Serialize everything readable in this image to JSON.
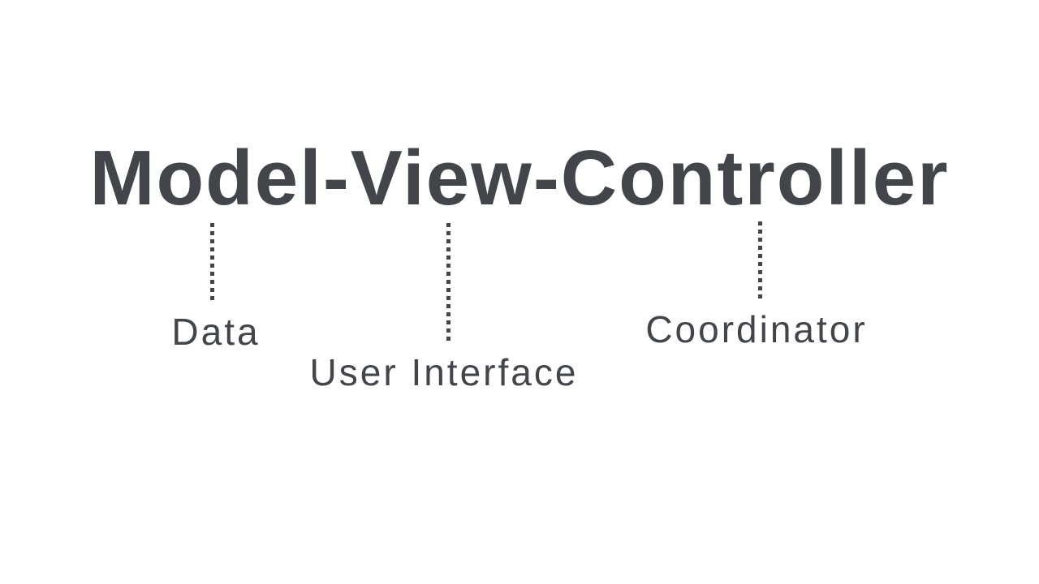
{
  "page": {
    "background_color": "#ffffff",
    "ink_color": "#42464b"
  },
  "title": {
    "text": "Model-View-Controller"
  },
  "annotations": [
    {
      "component": "Model",
      "label": "Data"
    },
    {
      "component": "View",
      "label": "User Interface"
    },
    {
      "component": "Controller",
      "label": "Coordinator"
    }
  ]
}
